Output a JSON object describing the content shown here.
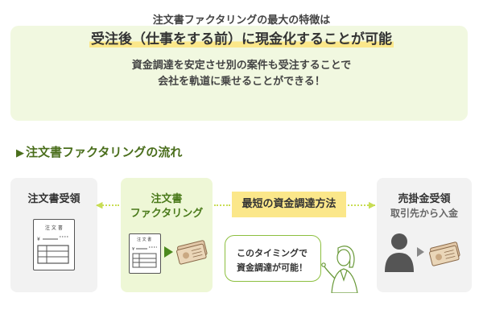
{
  "summary": {
    "line1": "注文書ファクタリングの最大の特徴は",
    "line2": "受注後（仕事をする前）に現金化することが可能",
    "line3": "資金調達を安定させ別の案件も受注することで",
    "line4": "会社を軌道に乗せることができる！"
  },
  "section": {
    "heading": "注文書ファクタリングの流れ"
  },
  "cards": {
    "order": {
      "title": "注文書受領",
      "doc_label": "注 文 書"
    },
    "factoring": {
      "title_line1": "注文書",
      "title_line2": "ファクタリング",
      "doc_label": "注 文 書"
    },
    "receivable": {
      "title": "売掛金受領",
      "subtitle": "取引先から入金"
    }
  },
  "fastest_method": "最短の資金調達方法",
  "bubble": {
    "line1": "このタイミングで",
    "line2": "資金調達が可能！"
  },
  "colors": {
    "summary_bg": "#f1f8e0",
    "highlight": "#fbe78a",
    "accent_green": "#4a7a1a",
    "card_gray": "#f2f2f2",
    "card_green": "#eef7d6"
  }
}
